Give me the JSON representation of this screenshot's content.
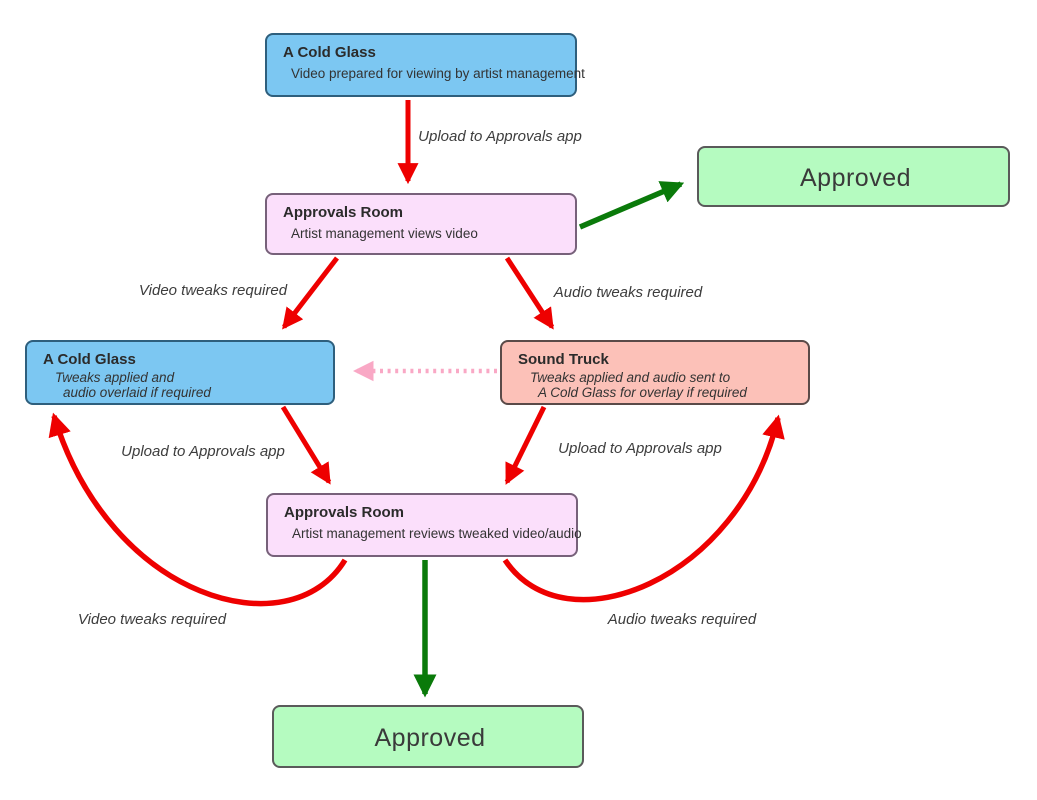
{
  "nodes": {
    "cold_glass_top": {
      "title": "A Cold Glass",
      "subtitle": "Video prepared for viewing by artist management"
    },
    "approvals_room_1": {
      "title": "Approvals Room",
      "subtitle": "Artist management views video"
    },
    "approved_top": {
      "label": "Approved"
    },
    "cold_glass_left": {
      "title": "A Cold Glass",
      "subtitle_line1": "Tweaks applied and",
      "subtitle_line2": "audio overlaid if required"
    },
    "sound_truck": {
      "title": "Sound Truck",
      "subtitle_line1": "Tweaks applied and audio sent to",
      "subtitle_line2": "A Cold Glass for overlay if required"
    },
    "approvals_room_2": {
      "title": "Approvals Room",
      "subtitle": "Artist management reviews tweaked video/audio"
    },
    "approved_bottom": {
      "label": "Approved"
    }
  },
  "labels": {
    "upload_top": "Upload to Approvals app",
    "video_tweaks_upper": "Video tweaks required",
    "audio_tweaks_upper": "Audio tweaks required",
    "upload_left": "Upload to Approvals app",
    "upload_right": "Upload to Approvals app",
    "video_tweaks_lower": "Video tweaks required",
    "audio_tweaks_lower": "Audio tweaks required"
  },
  "colors": {
    "node_blue": "#7cc7f2",
    "node_pink": "#fbdffb",
    "node_salmon": "#fcc1b8",
    "node_green": "#b5fbc0",
    "edge_red": "#ee0000",
    "edge_green": "#0a7a0a",
    "edge_pink_dotted": "#f9a8c5",
    "text_dark": "#2b2b2b"
  }
}
